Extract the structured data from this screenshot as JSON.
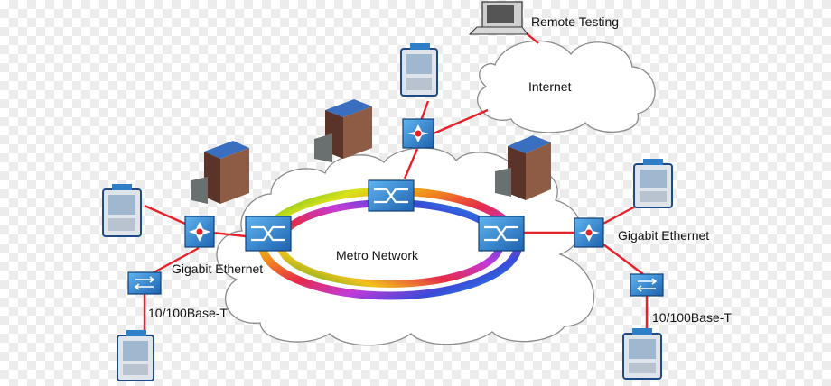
{
  "labels": {
    "remote_testing": "Remote Testing",
    "internet": "Internet",
    "metro_network": "Metro Network",
    "gigabit_left": "Gigabit Ethernet",
    "gigabit_right": "Gigabit Ethernet",
    "base_left": "10/100Base-T",
    "base_right": "10/100Base-T"
  },
  "colors": {
    "link": "#e8202a",
    "device_blue": "#2f7fc8",
    "cloud": "#ffffff",
    "building": "#7a4e3c"
  }
}
